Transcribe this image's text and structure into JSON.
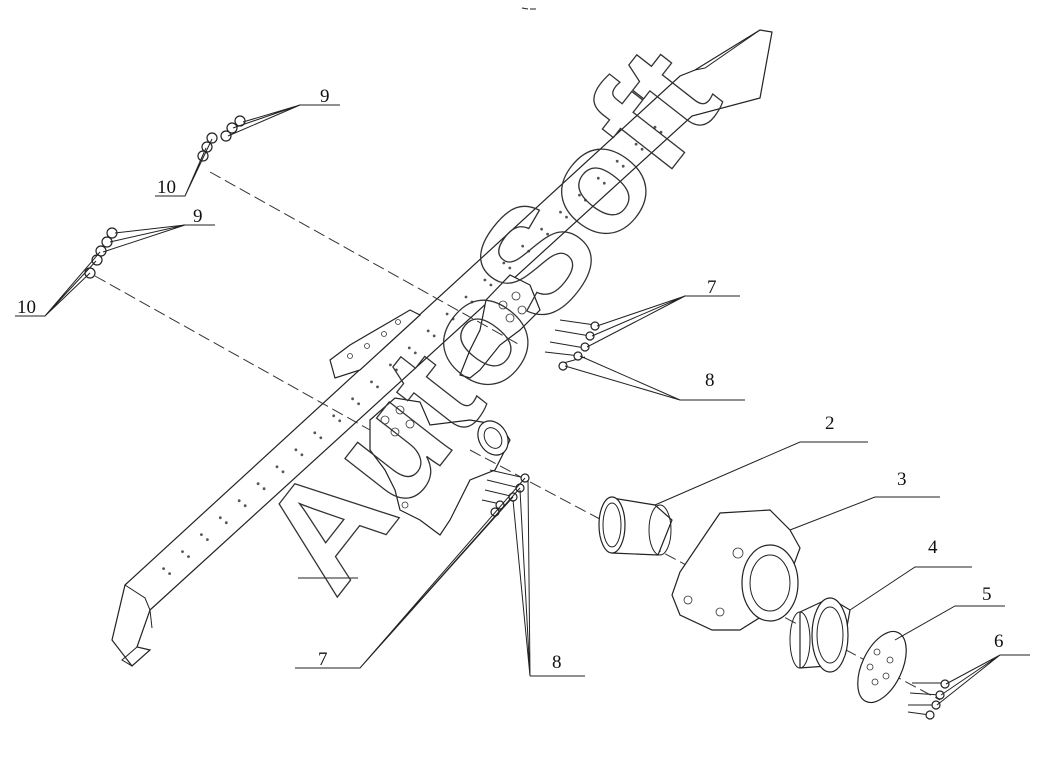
{
  "watermark": "AutoSoft",
  "callouts": {
    "c2": "2",
    "c3": "3",
    "c4": "4",
    "c5": "5",
    "c6": "6",
    "c7a": "7",
    "c7b": "7",
    "c8a": "8",
    "c8b": "8",
    "c9a": "9",
    "c9b": "9",
    "c10a": "10",
    "c10b": "10"
  }
}
